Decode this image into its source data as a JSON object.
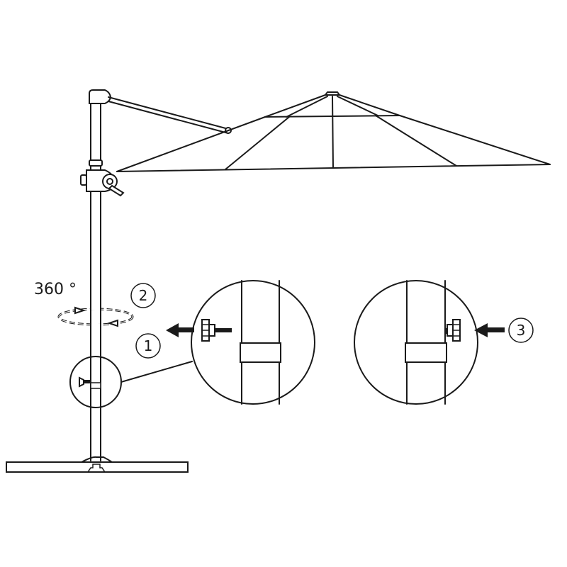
{
  "diagram": {
    "type": "assembly-instruction",
    "subject": "cantilever parasol with cross base",
    "colors": {
      "line": "#1a1a1a",
      "background": "#ffffff"
    },
    "rotation_label": "360 °",
    "steps": [
      {
        "number": "1",
        "description": "loosen knob (arrow pointing outward)"
      },
      {
        "number": "2",
        "description": "rotate pole 360°"
      },
      {
        "number": "3",
        "description": "tighten knob (arrow pointing inward)"
      }
    ],
    "detail_views": [
      {
        "name": "detail-loosen",
        "step": "1"
      },
      {
        "name": "detail-tighten",
        "step": "3"
      }
    ]
  }
}
